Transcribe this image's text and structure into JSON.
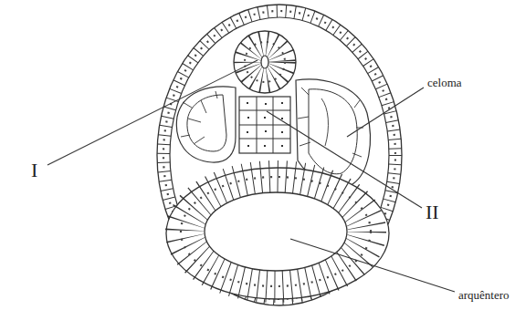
{
  "diagram": {
    "labels": [
      "I",
      "II",
      "celoma",
      "arquêntero"
    ]
  }
}
